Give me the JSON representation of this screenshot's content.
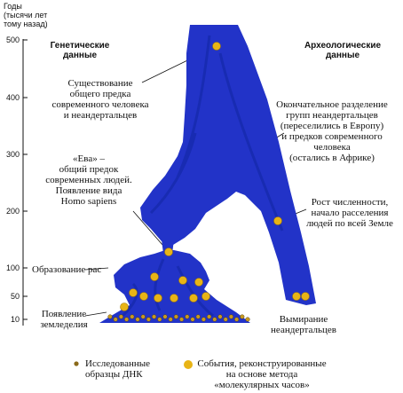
{
  "axis": {
    "title": [
      "Годы",
      "(тысячи лет",
      "тому назад)"
    ],
    "ticks": [
      "500",
      "400",
      "300",
      "200",
      "100",
      "50",
      "10"
    ]
  },
  "headers": {
    "genetic": [
      "Генетические",
      "данные"
    ],
    "archaeological": [
      "Археологические",
      "данные"
    ]
  },
  "annotations": {
    "common_ancestor": [
      "Существование",
      "общего предка",
      "современного человека",
      "и неандертальцев"
    ],
    "separation": [
      "Окончательное разделение",
      "групп неандертальцев",
      "(переселились в Европу)",
      "и предков современного",
      "человека",
      "(остались в Африке)"
    ],
    "eve": [
      "«Ева» –",
      "общий предок",
      "современных людей.",
      "Появление вида",
      "Homo sapiens"
    ],
    "growth": [
      "Рост численности,",
      "начало расселения",
      "людей по всей Земле"
    ],
    "races": "Образование рас",
    "agriculture": [
      "Появление",
      "земледелия"
    ],
    "extinction": [
      "Вымирание",
      "неандертальцев"
    ]
  },
  "legend": {
    "dna_samples": [
      "Исследованные",
      "образцы ДНК"
    ],
    "clock_events": [
      "События, реконструированные",
      "на основе метода",
      "«молекулярных часов»"
    ]
  },
  "colors": {
    "tree": "#2233c8",
    "tree_dark": "#0f1f9e",
    "events": "#e8b416",
    "samples": "#8a6a1a",
    "axis": "#111111"
  }
}
